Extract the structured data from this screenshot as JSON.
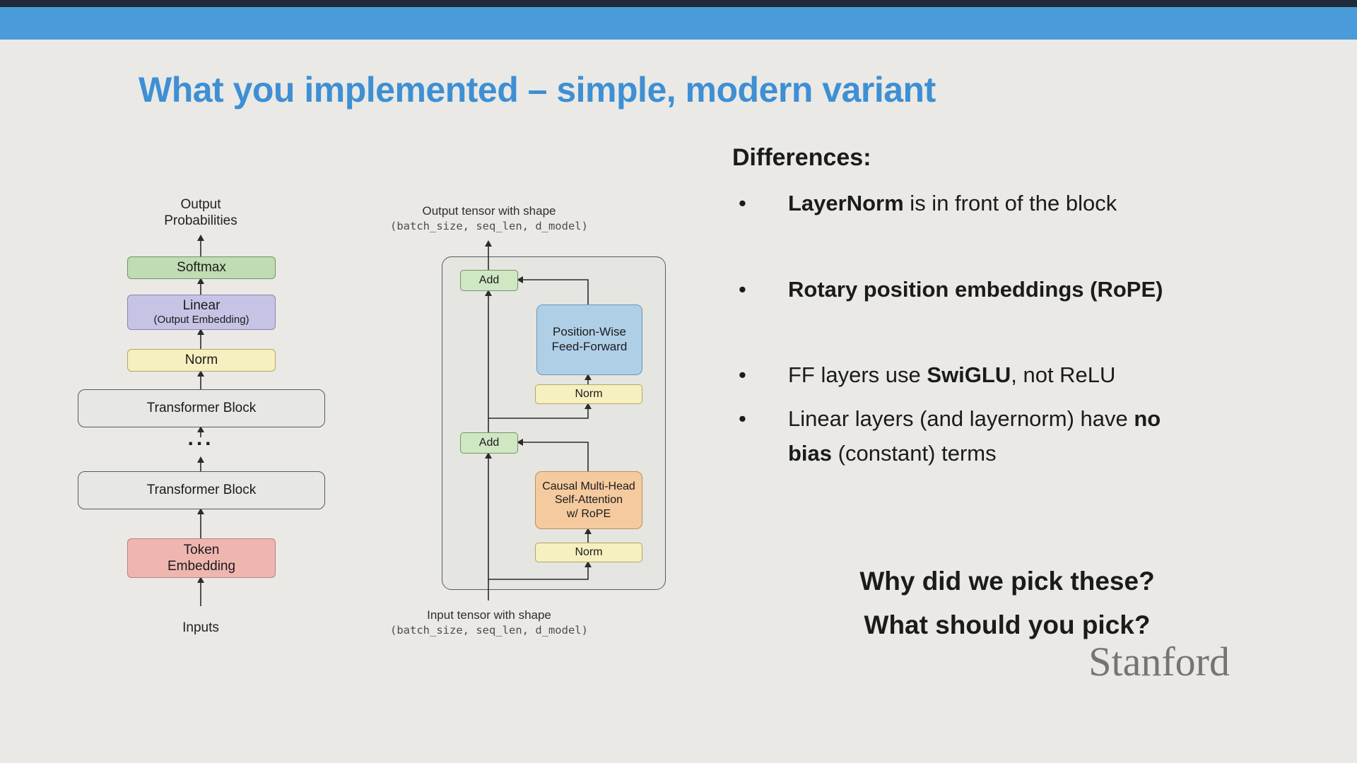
{
  "slide": {
    "title": "What you implemented – simple, modern variant"
  },
  "colors": {
    "top_bar": "#4a9bd9",
    "title": "#3e8fd4",
    "background": "#eae9e5",
    "softmax_green": "#bfdcb2",
    "linear_lavender": "#c7c3e5",
    "norm_yellow": "#f6efbf",
    "block_gray": "#e7e7e4",
    "token_pink": "#efb6b0",
    "ff_blue": "#afcfe7",
    "attention_orange": "#f4ca9e",
    "add_green": "#cfe7c3",
    "stanford_gray": "#767472"
  },
  "left_diagram": {
    "output_label_line1": "Output",
    "output_label_line2": "Probabilities",
    "softmax": "Softmax",
    "linear_line1": "Linear",
    "linear_line2": "(Output Embedding)",
    "norm": "Norm",
    "block1": "Transformer Block",
    "dots": "...",
    "block2": "Transformer Block",
    "token_line1": "Token",
    "token_line2": "Embedding",
    "inputs": "Inputs"
  },
  "block_diagram": {
    "output_label": "Output tensor with shape",
    "output_shape": "(batch_size, seq_len, d_model)",
    "add_top": "Add",
    "ff_line1": "Position-Wise",
    "ff_line2": "Feed-Forward",
    "norm_upper": "Norm",
    "add_lower": "Add",
    "attn_line1": "Causal Multi-Head",
    "attn_line2": "Self-Attention",
    "attn_line3": "w/ RoPE",
    "norm_lower": "Norm",
    "input_label": "Input tensor with shape",
    "input_shape": "(batch_size, seq_len, d_model)"
  },
  "differences": {
    "heading": "Differences:",
    "b1_bold": "LayerNorm",
    "b1_rest": " is in front of the block",
    "b2_bold": "Rotary position embeddings (RoPE)",
    "b3_pre": "FF layers use ",
    "b3_bold": "SwiGLU",
    "b3_post": ", not ReLU",
    "b4_pre": "Linear layers (and layernorm) have ",
    "b4_bold1": "no",
    "b4_bold2": "bias",
    "b4_post": " (constant) terms"
  },
  "questions": {
    "line1": "Why did we pick these?",
    "line2": "What should you pick?"
  },
  "footer": {
    "wordmark": "Stanford"
  }
}
